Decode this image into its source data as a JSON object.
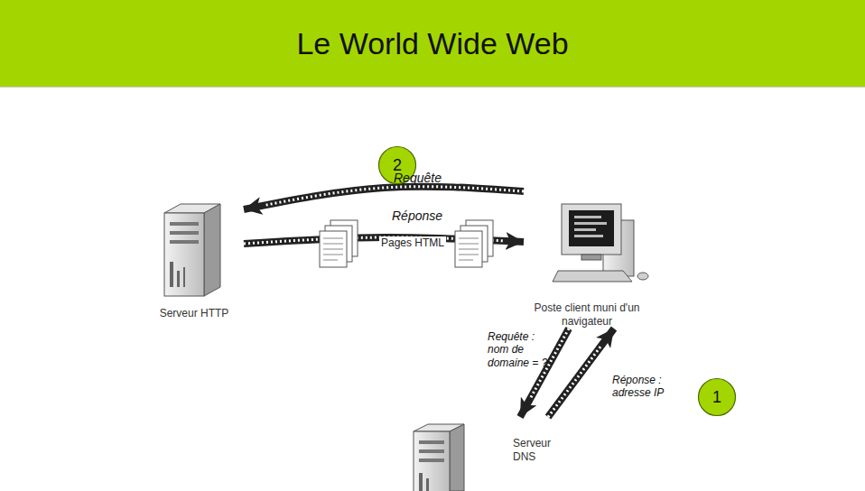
{
  "diagram": {
    "title": "Le World Wide Web",
    "nodes": [
      {
        "text": [
          "2"
        ]
      },
      {
        "text": [
          "Serveur HTTP"
        ]
      },
      {
        "text": [
          "Poste client muni d'un navigateur"
        ]
      },
      {
        "text": [
          "1"
        ]
      },
      {
        "text": [
          "Serveur DNS"
        ]
      }
    ],
    "edges": [
      {
        "from": 2,
        "to": 1,
        "label": "Requête",
        "arrow": "to"
      },
      {
        "from": 1,
        "to": 2,
        "label": "Réponse",
        "arrow": "to"
      },
      {
        "from": 2,
        "to": 4,
        "label": "Requête : nom de domaine = ?",
        "arrow": "to"
      },
      {
        "from": 4,
        "to": 2,
        "label": "Réponse : adresse IP",
        "arrow": "to"
      }
    ],
    "labels": [
      "Pages HTML"
    ]
  }
}
